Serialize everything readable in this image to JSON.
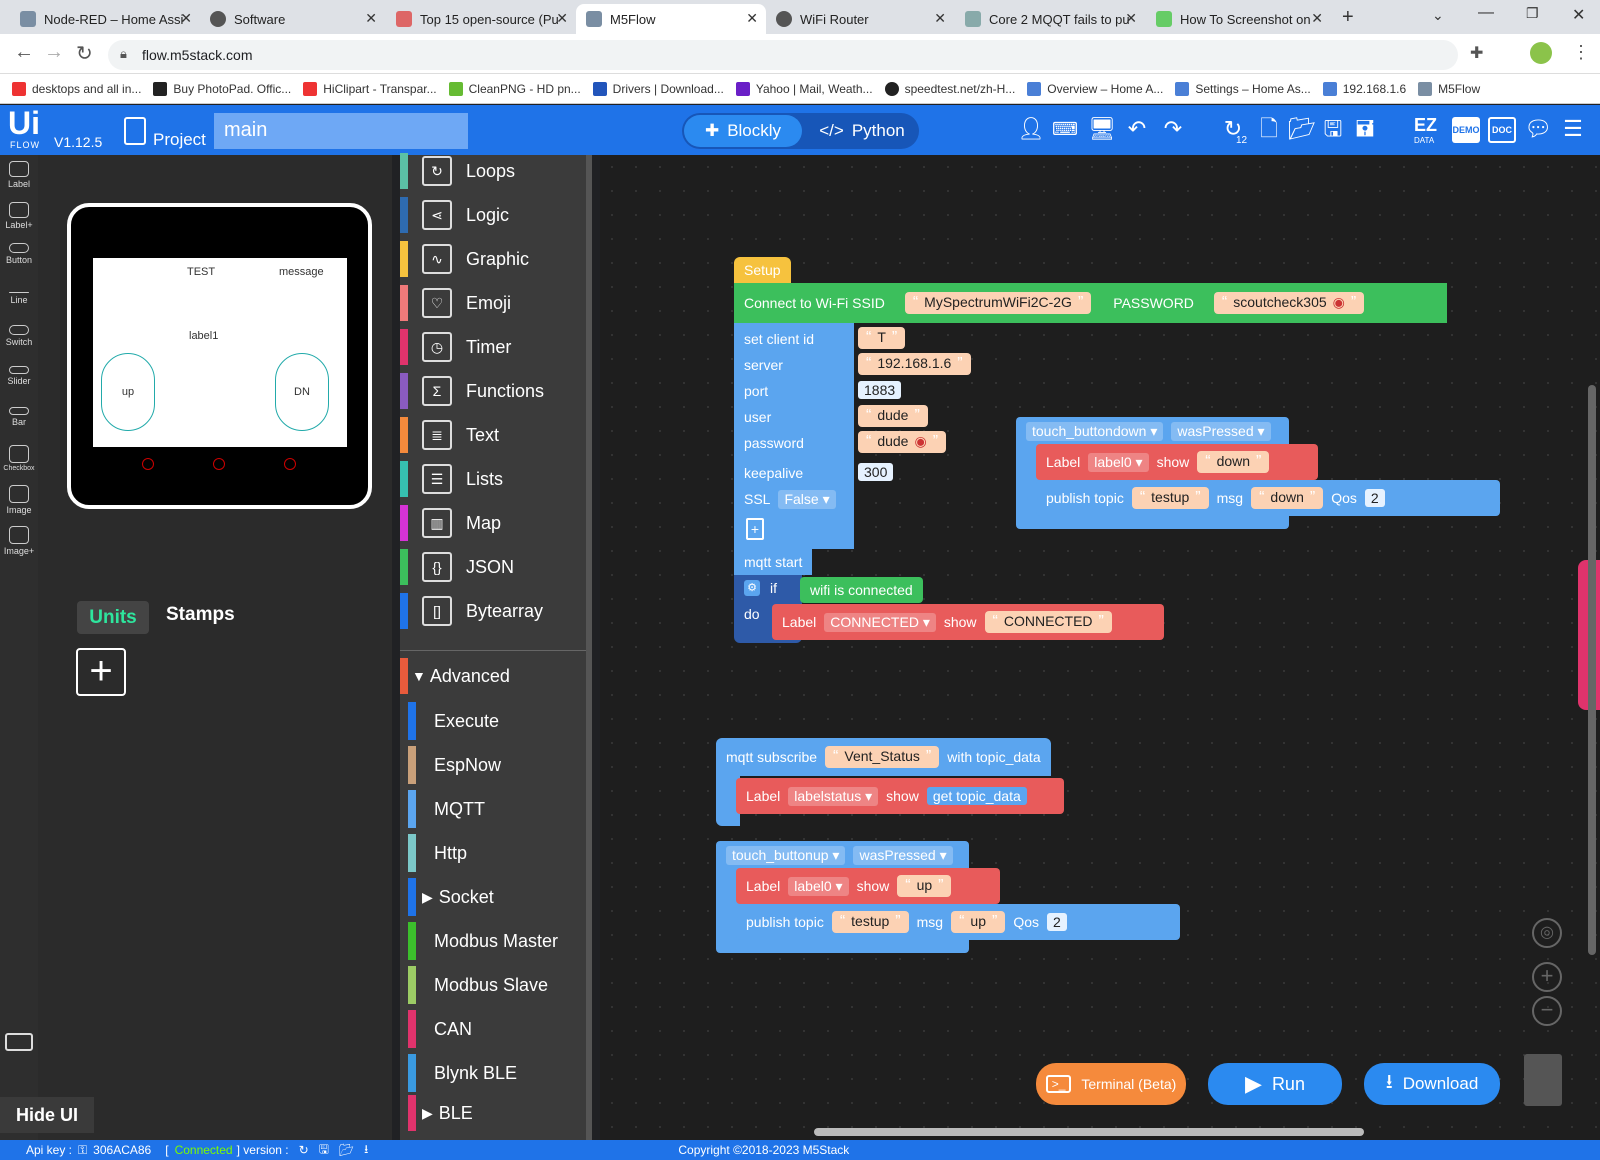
{
  "tabs": [
    {
      "title": "Node-RED – Home Assi"
    },
    {
      "title": "Software"
    },
    {
      "title": "Top 15 open-source (Pu"
    },
    {
      "title": "M5Flow"
    },
    {
      "title": "WiFi Router"
    },
    {
      "title": "Core 2 MQQT fails to pu"
    },
    {
      "title": "How To Screenshot on"
    }
  ],
  "url": "flow.m5stack.com",
  "bookmarks": [
    "desktops and all in...",
    "Buy PhotoPad. Offic...",
    "HiClipart - Transpar...",
    "CleanPNG - HD pn...",
    "Drivers | Download...",
    "Yahoo | Mail, Weath...",
    "speedtest.net/zh-H...",
    "Overview – Home A...",
    "Settings – Home As...",
    "192.168.1.6",
    "M5Flow"
  ],
  "header": {
    "logo": "Ui",
    "logo_sub": "FLOW",
    "version": "V1.12.5",
    "project_label": "Project",
    "project_name": "main",
    "blockly": "Blockly",
    "python": "Python",
    "history_count": "12",
    "ez": "EZ",
    "ez_sub": "DATA",
    "demo": "DEMO",
    "doc": "DOC"
  },
  "rail": [
    "Label",
    "Label+",
    "Button",
    "Line",
    "Switch",
    "Slider",
    "Bar",
    "Checkbox",
    "Image",
    "Image+"
  ],
  "screen": {
    "test": "TEST",
    "message": "message",
    "label1": "label1",
    "up": "up",
    "dn": "DN"
  },
  "units_tab": "Units",
  "stamps_tab": "Stamps",
  "hide_ui": "Hide UI",
  "categories": [
    "Loops",
    "Logic",
    "Graphic",
    "Emoji",
    "Timer",
    "Functions",
    "Text",
    "Lists",
    "Map",
    "JSON",
    "Bytearray"
  ],
  "advanced": "Advanced",
  "advanced_items": [
    "Execute",
    "EspNow",
    "MQTT",
    "Http",
    "Socket",
    "Modbus Master",
    "Modbus Slave",
    "CAN",
    "Blynk BLE",
    "BLE"
  ],
  "colors": {
    "accent": "#1f73e8",
    "green": "#3cbf5c",
    "blue": "#5ba5ef",
    "red": "#e85b5b",
    "yellow": "#f6c23e",
    "units": "#2ee59d",
    "terminal": "#f58a3c"
  },
  "blocks": {
    "setup": "Setup",
    "connect": "Connect to Wi-Fi SSID",
    "ssid": "MySpectrumWiFi2C-2G",
    "password_lbl": "PASSWORD",
    "password": "scoutcheck305",
    "client_id_lbl": "set client id",
    "client_id": "T",
    "server_lbl": "server",
    "server": "192.168.1.6",
    "port_lbl": "port",
    "port": "1883",
    "user_lbl": "user",
    "user": "dude",
    "pass_lbl": "password",
    "pass": "dude",
    "keepalive_lbl": "keepalive",
    "keepalive": "300",
    "ssl_lbl": "SSL",
    "ssl": "False",
    "mqtt_start": "mqtt start",
    "if": "if",
    "wifi": "wifi is connected",
    "do": "do",
    "label": "Label",
    "connected_lbl": "CONNECTED",
    "show": "show",
    "connected_str": "CONNECTED",
    "tbd": "touch_buttondown",
    "was": "wasPressed",
    "label0": "label0",
    "down": "down",
    "publish": "publish topic",
    "testup": "testup",
    "msg": "msg",
    "qos": "Qos",
    "qos_val": "2",
    "subscribe": "mqtt subscribe",
    "vent": "Vent_Status",
    "with_topic": "with topic_data",
    "labelstatus": "labelstatus",
    "get_topic": "get topic_data",
    "tbu": "touch_buttonup",
    "up": "up"
  },
  "buttons": {
    "terminal": "Terminal (Beta)",
    "run": "Run",
    "download": "Download"
  },
  "status": {
    "api": "Api key :",
    "key": "306ACA86",
    "connected": "Connected",
    "version": "] version :",
    "copyright": "Copyright ©2018-2023 M5Stack"
  }
}
